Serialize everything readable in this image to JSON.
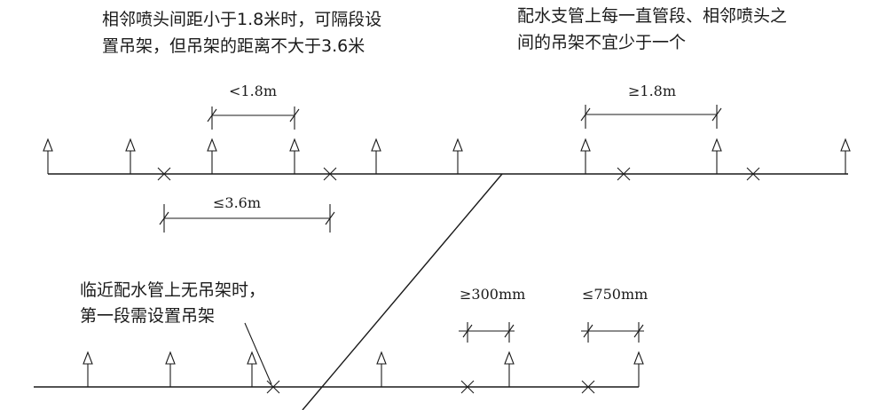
{
  "notes": {
    "top_left": [
      "相邻喷头间距小于1.8米时，可隔段设",
      "置吊架，但吊架的距离不大于3.6米"
    ],
    "top_right": [
      "配水支管上每一直管段、相邻喷头之",
      "间的吊架不宜少于一个"
    ],
    "bottom_left": [
      "临近配水管上无吊架时，",
      "第一段需设置吊架"
    ]
  },
  "dimensions": {
    "lt_1_8": "<1.8m",
    "le_3_6": "≤3.6m",
    "ge_1_8": "≥1.8m",
    "ge_300": "≥300mm",
    "le_750": "≤750mm"
  }
}
